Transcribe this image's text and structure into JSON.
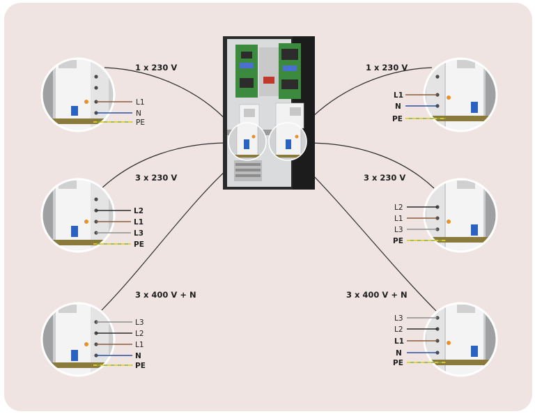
{
  "colors": {
    "background": "#ffffff",
    "panel": "#efe4e1",
    "cabinet": "#2a2a2b",
    "L1": "#8a5a3c",
    "L2": "#2a2a2a",
    "L3": "#8e8e8e",
    "N": "#2a4fa0",
    "PE_green": "#7cb342",
    "PE_yellow": "#f2d22e",
    "rcd_handle": "#2a62c2",
    "indicator": "#e8902a"
  },
  "center_image": {
    "label": ""
  },
  "left": {
    "single_phase": {
      "caption": "1 x 230 V",
      "labels": [
        "L1",
        "N",
        "PE"
      ]
    },
    "three_phase_230": {
      "caption": "3 x 230 V",
      "labels": [
        "L2",
        "L1",
        "L3",
        "PE"
      ]
    },
    "three_phase_400": {
      "caption": "3 x 400 V + N",
      "labels": [
        "L3",
        "L2",
        "L1",
        "N",
        "PE"
      ]
    }
  },
  "right": {
    "single_phase": {
      "caption": "1 x 230 V",
      "labels": [
        "L1",
        "N",
        "PE"
      ]
    },
    "three_phase_230": {
      "caption": "3 x 230 V",
      "labels": [
        "L2",
        "L1",
        "L3",
        "PE"
      ]
    },
    "three_phase_400": {
      "caption": "3 x 400 V + N",
      "labels": [
        "L3",
        "L2",
        "L1",
        "N",
        "PE"
      ]
    }
  }
}
